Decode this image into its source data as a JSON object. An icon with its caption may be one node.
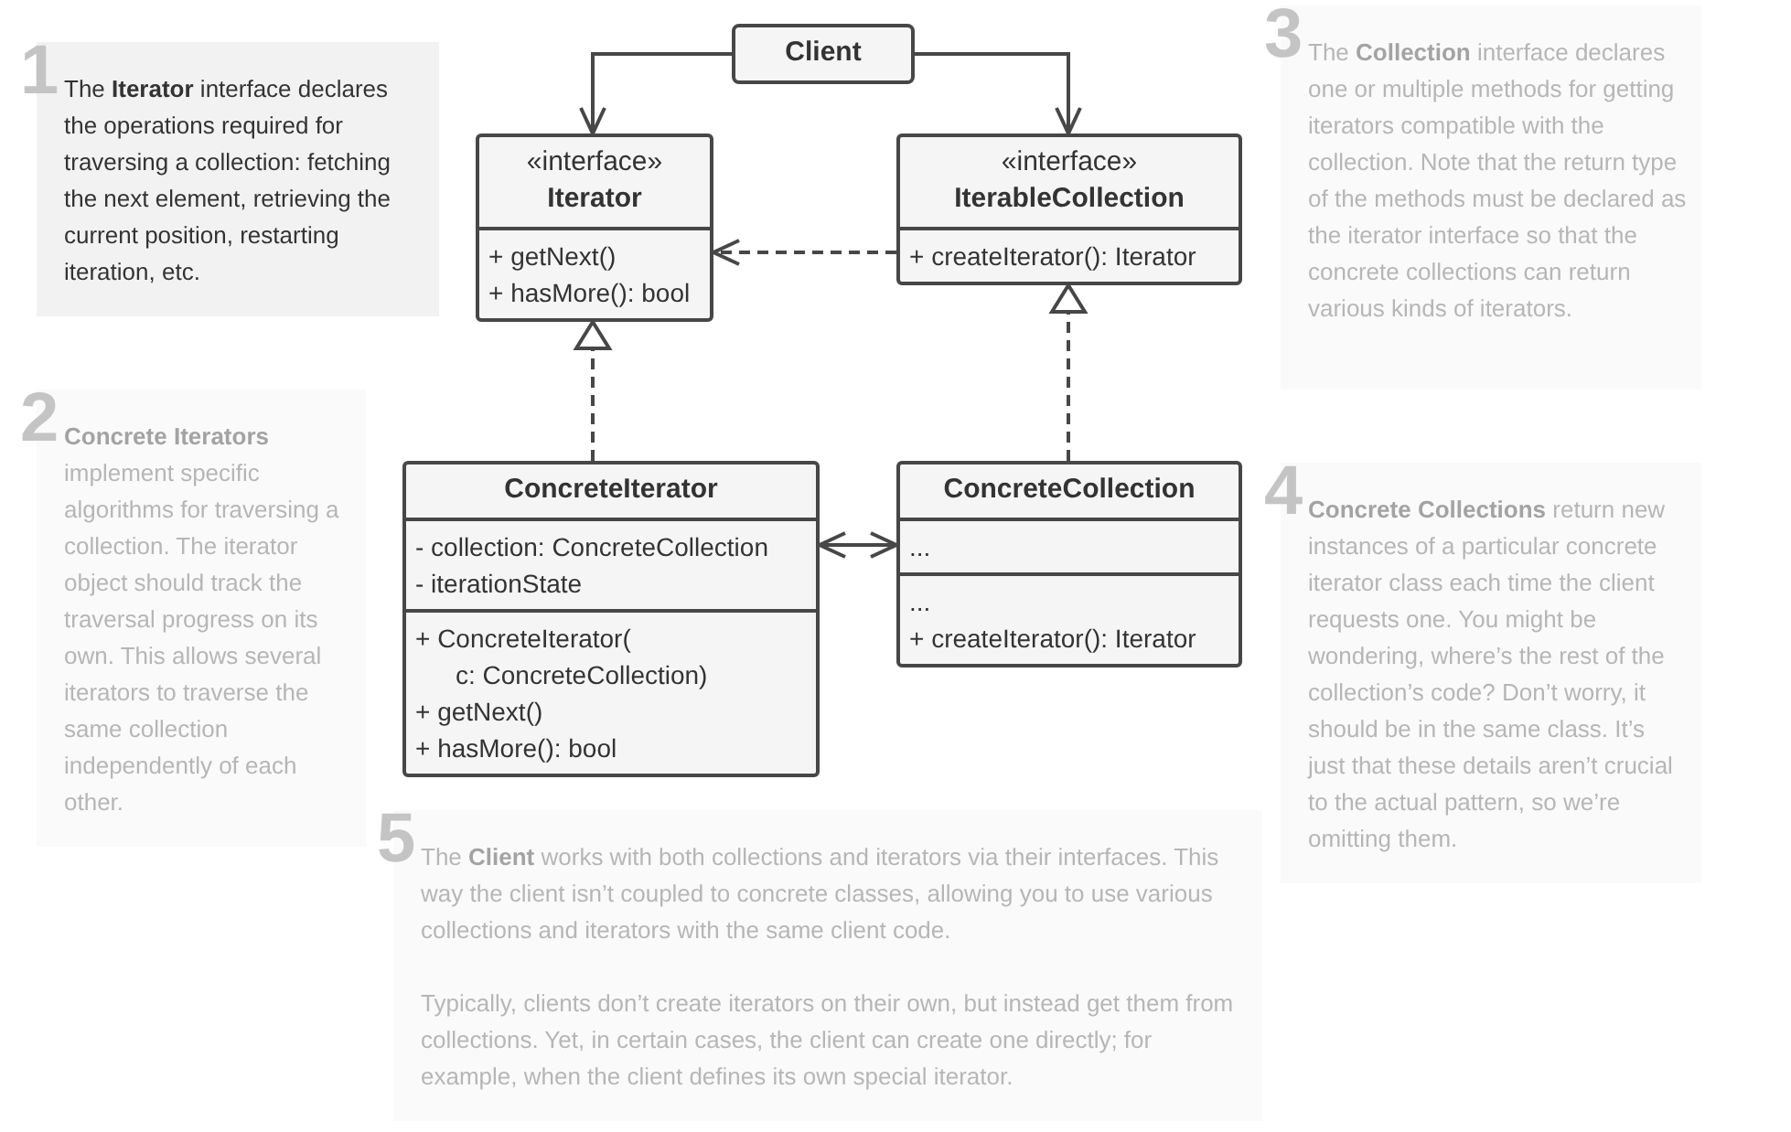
{
  "diagram": {
    "nodes": [
      {
        "text": [
          "Client"
        ]
      },
      {
        "text": [
          "«interface»",
          "Iterator",
          "+ getNext()",
          "+ hasMore(): bool"
        ]
      },
      {
        "text": [
          "«interface»",
          "IterableCollection",
          "+ createIterator(): Iterator"
        ]
      },
      {
        "text": [
          "ConcreteIterator",
          "- collection: ConcreteCollection",
          "- iterationState",
          "+ ConcreteIterator( c: ConcreteCollection)",
          "+ getNext()",
          "+ hasMore(): bool"
        ]
      },
      {
        "text": [
          "ConcreteCollection",
          "...",
          "...",
          "+ createIterator(): Iterator"
        ]
      },
      {
        "text": [
          "1",
          "The **Iterator** interface declares the operations required for traversing a collection: fetching the next element, retrieving the current position, restarting iteration, etc."
        ]
      },
      {
        "text": [
          "2",
          "**Concrete Iterators** implement specific algorithms for traversing a collection. The iterator object should track the traversal progress on its own. This allows several iterators to traverse the same collection independently of each other."
        ]
      },
      {
        "text": [
          "3",
          "The **Collection** interface declares one or multiple methods for getting iterators compatible with the collection. Note that the return type of the methods must be declared as the iterator interface so that the concrete collections can return various kinds of iterators."
        ]
      },
      {
        "text": [
          "4",
          "**Concrete Collections** return new instances of a particular concrete iterator class each time the client requests one. You might be wondering, where’s the rest of the collection’s code? Don’t worry, it should be in the same class. It’s just that these details aren’t crucial to the actual pattern, so we’re omitting them."
        ]
      },
      {
        "text": [
          "5",
          "The **Client** works with both collections and iterators via their interfaces. This way the client isn’t coupled to concrete classes, allowing you to use various collections and iterators with the same client code.",
          "Typically, clients don’t create iterators on their own, but instead get them from collections. Yet, in certain cases, the client can create one directly; for example, when the client defines its own special iterator."
        ]
      }
    ],
    "edges": [
      {
        "from": 0,
        "to": 1,
        "arrow": "to"
      },
      {
        "from": 0,
        "to": 2,
        "arrow": "to"
      },
      {
        "from": 2,
        "to": 1,
        "arrow": "to",
        "style": "dashed"
      },
      {
        "from": 3,
        "to": 1,
        "arrow": "to",
        "style": "dashed"
      },
      {
        "from": 4,
        "to": 2,
        "arrow": "to",
        "style": "dashed"
      },
      {
        "from": 3,
        "to": 4,
        "arrow": "both"
      }
    ]
  }
}
